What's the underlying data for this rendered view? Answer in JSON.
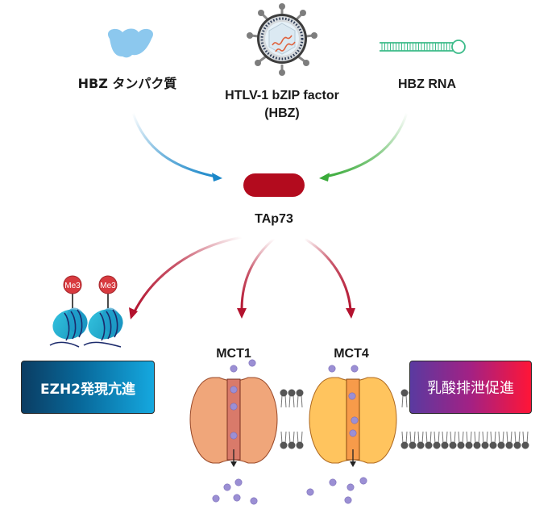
{
  "inputs": {
    "hbz_protein": {
      "label": "HBZ タンパク質",
      "icon": "protein-icon",
      "color": "#8cc8ee"
    },
    "hbz_factor": {
      "label_line1": "HTLV-1 bZIP factor",
      "label_line2": "(HBZ)",
      "icon": "virus-icon"
    },
    "hbz_rna": {
      "label": "HBZ RNA",
      "icon": "rna-hairpin-icon",
      "color": "#3dbb8a"
    }
  },
  "target": {
    "label": "TAp73",
    "icon": "protein-capsule-icon",
    "color": "#b30b1e"
  },
  "arrows": {
    "protein_arrow_color": "#1a87c9",
    "rna_arrow_color": "#3aab3a",
    "tap73_arrow_color": "#b3122e"
  },
  "outcomes": {
    "ezh2": {
      "label": "EZH2発現亢進",
      "methyl_tag": "Me3",
      "icon": "nucleosome-icon"
    },
    "lactate": {
      "label": "乳酸排泄促進"
    }
  },
  "transporters": [
    {
      "label": "MCT1",
      "color": "#f0a67a",
      "channel_color": "#d97a6a"
    },
    {
      "label": "MCT4",
      "color": "#ffc45e",
      "channel_color": "#f79b4a"
    }
  ],
  "colors": {
    "lipid_head": "#555555",
    "lactate_molecule": "#9b8fd4"
  }
}
